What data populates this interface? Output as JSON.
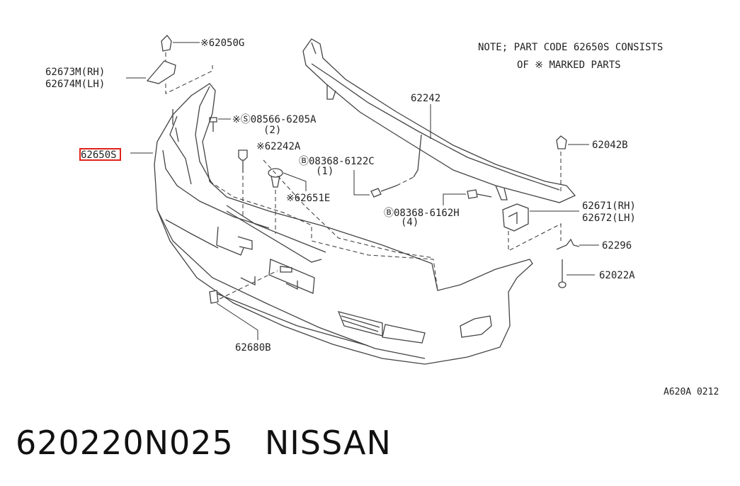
{
  "note": {
    "line1": "NOTE; PART CODE 62650S CONSISTS",
    "line2": "OF ※ MARKED PARTS"
  },
  "callouts": {
    "p62050G": "※62050G",
    "p62673M": "62673M(RH)",
    "p62674M": "62674M(LH)",
    "p08566_6205A": "※Ⓢ08566-6205A",
    "p08566_qty": "(2)",
    "p62650S": "62650S",
    "p62242A": "※62242A",
    "p08368_6122C": "Ⓑ08368-6122C",
    "p08368_6122C_qty": "(1)",
    "p62651E": "※62651E",
    "p62242": "62242",
    "p62042B": "62042B",
    "p62671": "62671(RH)",
    "p62672": "62672(LH)",
    "p08368_6162H": "Ⓑ08368-6162H",
    "p08368_6162H_qty": "(4)",
    "p62296": "62296",
    "p62022A": "62022A",
    "p62680B": "62680B"
  },
  "diagram_code": "A620A 0212",
  "footer": {
    "part_number": "620220N025",
    "brand": "NISSAN"
  },
  "highlighted_part": "62650S",
  "colors": {
    "highlight": "#e0221a",
    "line": "#444444"
  }
}
